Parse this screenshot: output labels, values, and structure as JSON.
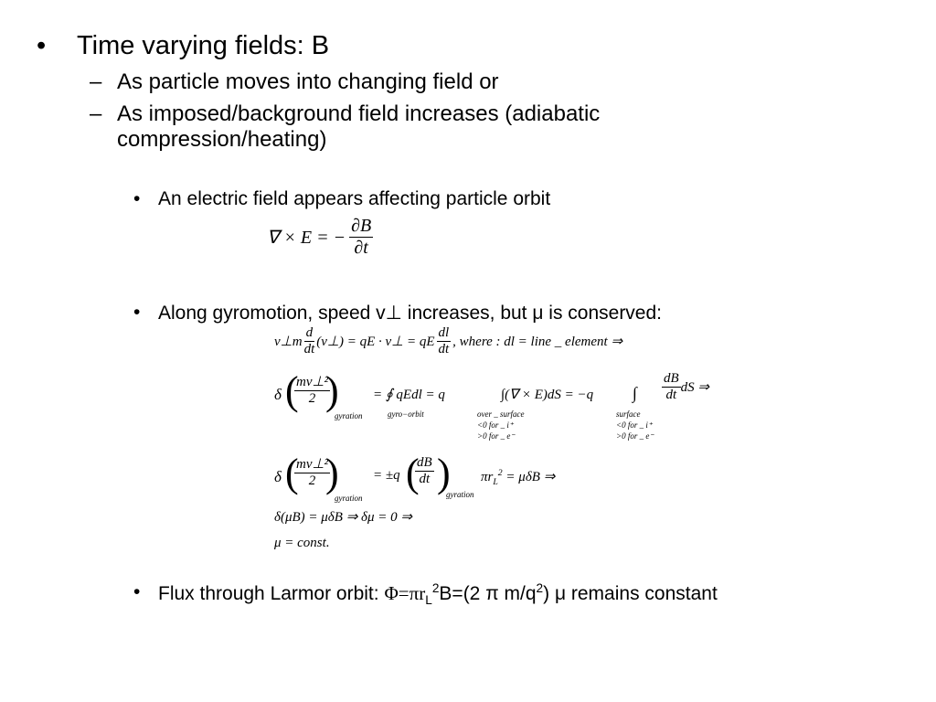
{
  "level1": {
    "bullet": "•",
    "text": "Time varying fields: B"
  },
  "level2": [
    {
      "dash": "–",
      "text": "As particle moves into changing field or"
    },
    {
      "dash": "–",
      "text": "As imposed/background field increases (adiabatic",
      "text2": "compression/heating)"
    }
  ],
  "level3": [
    {
      "bullet": "•",
      "text": "An electric field appears affecting particle orbit"
    },
    {
      "bullet": "•",
      "text": "Along gyromotion, speed v⊥ increases, but μ is conserved:"
    },
    {
      "bullet": "•",
      "prefix": "Flux through Larmor orbit: ",
      "phi": "Φ=πr",
      "sub": "L",
      "sup": "2",
      "mid": "B=(2 π m/q",
      "sup2": "2",
      "suffix": ") μ remains constant"
    }
  ],
  "equations": {
    "curl_lhs": "∇ × E = −",
    "curl_num": "∂B",
    "curl_den": "∂t",
    "eq1_lhs": "v⊥m",
    "eq1_d": "d",
    "eq1_dt": "dt",
    "eq1_mid": "(v⊥) = qE · v⊥ = qE",
    "eq1_dl": "dl",
    "eq1_rhs": ", where : dl = line _ element ⇒",
    "eq2_delta": "δ",
    "eq2_num": "mv⊥²",
    "eq2_den": "2",
    "eq2_sub": "gyration",
    "eq2_mid": "=  ∮ qEdl = q",
    "eq2_gyro": "gyro−orbit",
    "eq2_integral": "∫(∇ × E)dS = −q",
    "eq2_over": [
      "over _ surface",
      "<0 for _ i⁺",
      ">0 for _ e⁻"
    ],
    "eq2_int2": "∫",
    "eq2_surface": [
      "surface",
      "<0 for _ i⁺",
      ">0 for _ e⁻"
    ],
    "eq2_dB": "dB",
    "eq2_dt": "dt",
    "eq2_end": "dS ⇒",
    "eq3_mid": "= ±q",
    "eq3_dB": "dB",
    "eq3_dt": "dt",
    "eq3_rhs": "πr",
    "eq3_rhs2": "= μδB ⇒",
    "eq4": "δ(μB) = μδB ⇒ δμ = 0 ⇒",
    "eq5": "μ = const."
  }
}
